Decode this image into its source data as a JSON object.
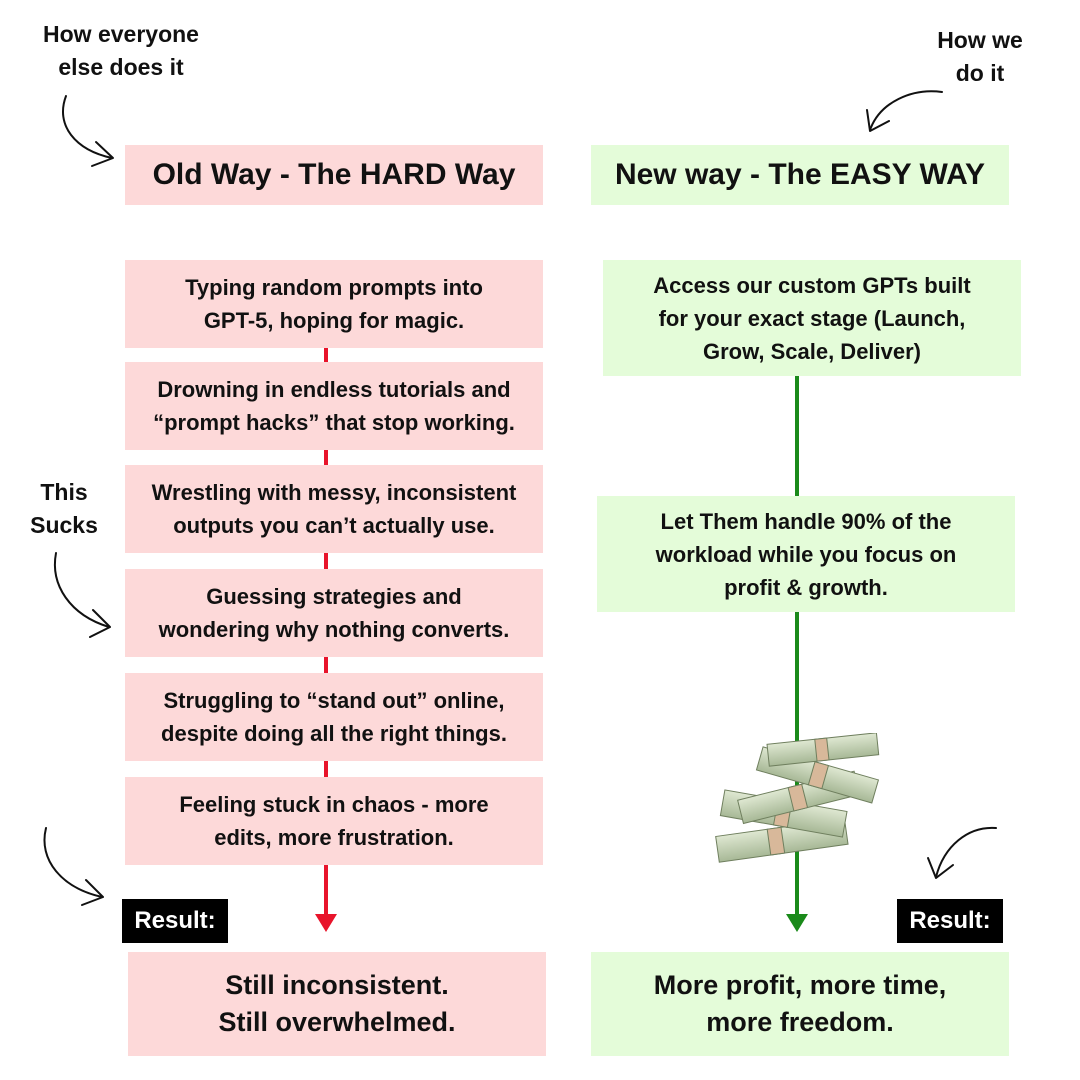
{
  "annotations": {
    "left_top": [
      "How everyone",
      "else does it"
    ],
    "right_top": [
      "How we",
      "do it"
    ],
    "this_sucks": [
      "This",
      "Sucks"
    ]
  },
  "left": {
    "header": "Old Way - The HARD Way",
    "steps": [
      [
        "Typing random prompts into",
        "GPT-5, hoping for magic."
      ],
      [
        "Drowning in endless tutorials and",
        "“prompt hacks” that stop working."
      ],
      [
        "Wrestling with messy, inconsistent",
        "outputs you can’t actually use."
      ],
      [
        "Guessing strategies and",
        "wondering why nothing converts."
      ],
      [
        "Struggling to “stand out” online,",
        "despite doing all the right things."
      ],
      [
        "Feeling stuck in chaos - more",
        "edits, more frustration."
      ]
    ],
    "result_label": "Result:",
    "result": [
      "Still inconsistent.",
      "Still overwhelmed."
    ]
  },
  "right": {
    "header": "New way - The EASY WAY",
    "steps": [
      [
        "Access our custom GPTs built",
        "for your exact stage (Launch,",
        "Grow, Scale, Deliver)"
      ],
      [
        "Let Them handle 90% of the",
        "workload while you focus on",
        "profit & growth."
      ]
    ],
    "money_image": "stack-of-cash-image",
    "result_label": "Result:",
    "result": [
      "More profit, more time,",
      "more freedom."
    ]
  },
  "colors": {
    "pink_box": "#fdd9d9",
    "green_box": "#e4fcd9",
    "red_line": "#e8142b",
    "green_line": "#1a8a1a",
    "result_tag": "#000000"
  }
}
